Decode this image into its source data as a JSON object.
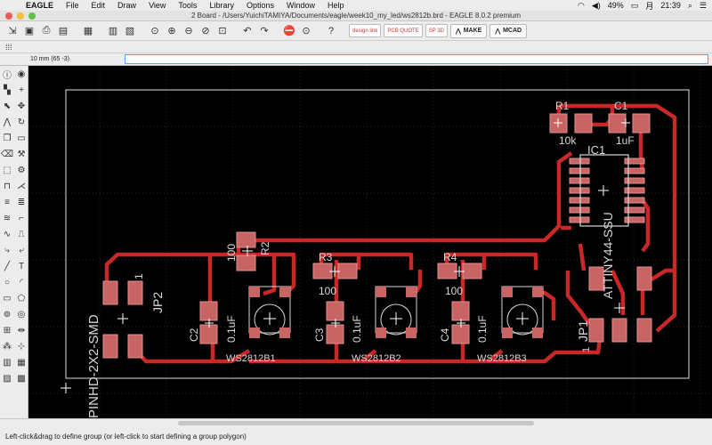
{
  "menubar": {
    "app_name": "EAGLE",
    "menus": [
      "File",
      "Edit",
      "Draw",
      "View",
      "Tools",
      "Library",
      "Options",
      "Window",
      "Help"
    ],
    "battery": "49%",
    "time": "21:39",
    "day": "月"
  },
  "window": {
    "title": "2 Board - /Users/YuichiTAMIYA/Documents/eagle/week10_my_led/ws2812b.brd - EAGLE 8.0.2 premium"
  },
  "toolbar": {
    "design_link": "design link",
    "pcb_quote": "PCB QUOTE",
    "sp_icon": "SP 3D",
    "make_label": "MAKE",
    "mcad_label": "MCAD"
  },
  "coord": "10 mm (65 -3)",
  "status": "Left-click&drag to define group (or left-click to start defining a group polygon)",
  "colors": {
    "trace": "#c82828",
    "pad": "#c86464",
    "silk": "#d8d8d8",
    "outline": "#bbbbbb",
    "background": "#000000"
  },
  "board": {
    "labels": {
      "r1": "R1",
      "r1_val": "10k",
      "c1": "C1",
      "c1_val": "1uF",
      "ic1": "IC1",
      "ic1_val": "ATTINY44-SSU",
      "r2": "R2",
      "r2_val": "100",
      "r3": "R3",
      "r3_val": "100",
      "r4": "R4",
      "r4_val": "100",
      "c2": "C2",
      "c2_val": "0.1uF",
      "c3": "C3",
      "c3_val": "0.1uF",
      "c4": "C4",
      "c4_val": "0.1uF",
      "led1": "WS2812B1",
      "led2": "WS2812B2",
      "led3": "WS2812B3",
      "jp1": "JP1",
      "jp1_pin": "1",
      "jp2": "JP2",
      "jp2_pin": "1",
      "jp2_val": "PINHD-2X2-SMD"
    }
  }
}
